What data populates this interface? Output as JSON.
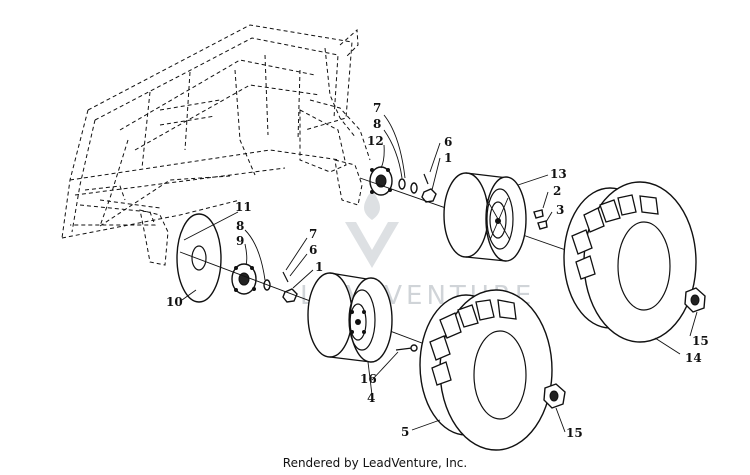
{
  "diagram": {
    "part_numbers": [
      "1",
      "2",
      "3",
      "4",
      "5",
      "6",
      "7",
      "8",
      "9",
      "10",
      "11",
      "12",
      "13",
      "14",
      "15",
      "16"
    ],
    "labels": {
      "n7a": "7",
      "n8a": "8",
      "n12": "12",
      "n6a": "6",
      "n1a": "1",
      "n13": "13",
      "n2": "2",
      "n3": "3",
      "n11": "11",
      "n8b": "8",
      "n9": "9",
      "n7b": "7",
      "n6b": "6",
      "n1b": "1",
      "n10": "10",
      "n16": "16",
      "n4": "4",
      "n5": "5",
      "n15a": "15",
      "n15b": "15",
      "n14": "14"
    },
    "watermark": "LEADVENTURE"
  },
  "footer": {
    "text": "Rendered by LeadVenture, Inc."
  }
}
